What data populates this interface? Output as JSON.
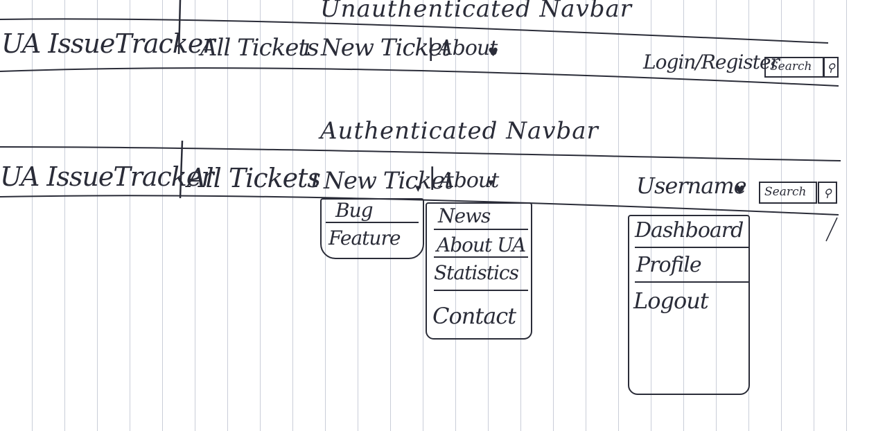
{
  "unauth": {
    "heading": "Unauthenticated Navbar",
    "brand": "UA IssueTracker",
    "nav": [
      "All Tickets",
      "New Ticket",
      "About"
    ],
    "about_arrow": "♥",
    "login": "Login/Register",
    "search": "Search",
    "search_icon": "⚲"
  },
  "auth": {
    "heading": "Authenticated Navbar",
    "brand": "UA IssueTracker",
    "nav": [
      "All Tickets",
      "New Ticket",
      "About"
    ],
    "new_ticket_arrow": "▾",
    "about_arrow": "▾",
    "username": "Username",
    "username_arrow": "♥",
    "search": "Search",
    "search_icon": "⚲",
    "new_ticket_menu": [
      "Bug",
      "Feature"
    ],
    "about_menu": [
      "News",
      "About UA",
      "Statistics",
      "Contact"
    ],
    "user_menu": [
      "Dashboard",
      "Profile",
      "Logout"
    ]
  }
}
